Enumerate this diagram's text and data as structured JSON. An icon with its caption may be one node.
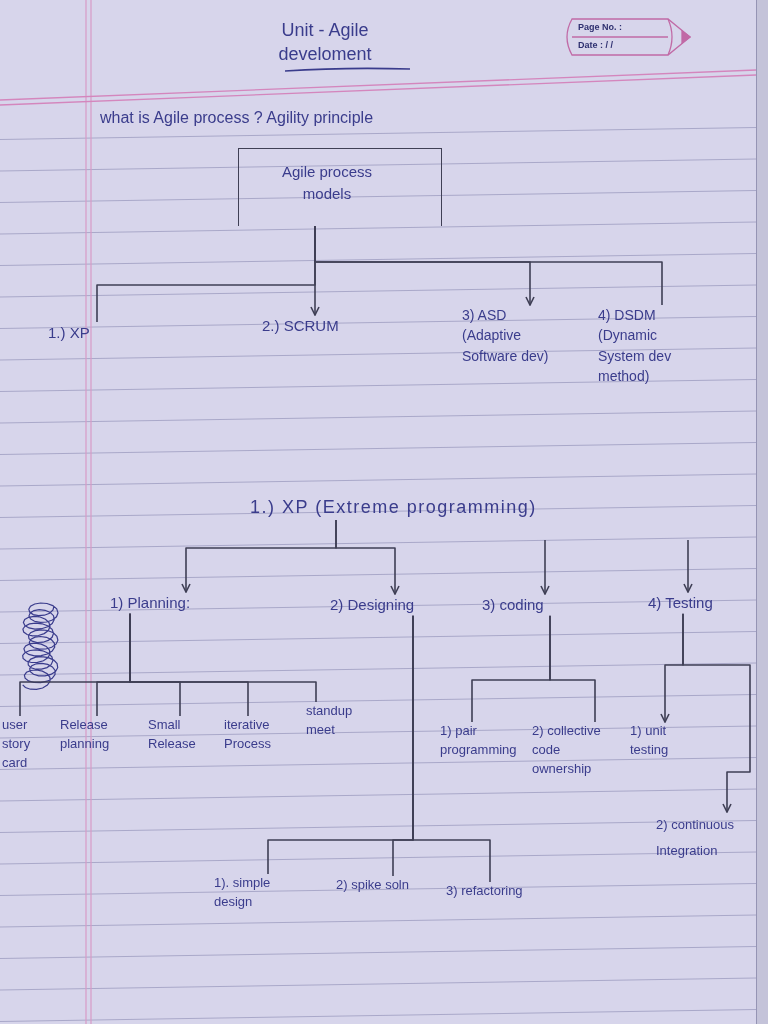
{
  "diagram": {
    "title": "Unit - Agile develoment",
    "nodes": [
      {
        "text": [
          "Agile process models"
        ]
      },
      {
        "text": [
          "1.) XP"
        ]
      },
      {
        "text": [
          "2.) SCRUM"
        ]
      },
      {
        "text": [
          "3) ASD (Adaptive Software dev)"
        ]
      },
      {
        "text": [
          "4) DSDM (Dynamic System dev method)"
        ]
      },
      {
        "text": [
          "1.) XP (Extreme programming)"
        ]
      },
      {
        "text": [
          "1) Planning:"
        ]
      },
      {
        "text": [
          "2) Designing"
        ]
      },
      {
        "text": [
          "3) coding"
        ]
      },
      {
        "text": [
          "4) Testing"
        ]
      },
      {
        "text": [
          "user story card"
        ]
      },
      {
        "text": [
          "Release planning"
        ]
      },
      {
        "text": [
          "Small Release"
        ]
      },
      {
        "text": [
          "iterative Process"
        ]
      },
      {
        "text": [
          "standup meet"
        ]
      },
      {
        "text": [
          "1). simple design"
        ]
      },
      {
        "text": [
          "2) spike soln"
        ]
      },
      {
        "text": [
          "3) refactoring"
        ]
      },
      {
        "text": [
          "1) pair programming"
        ]
      },
      {
        "text": [
          "2) collective code ownership"
        ]
      },
      {
        "text": [
          "1) unit testing"
        ]
      },
      {
        "text": [
          "2) continuous Integration"
        ]
      }
    ],
    "edges": [
      {
        "from": 0,
        "to": 1,
        "arrow": "none"
      },
      {
        "from": 0,
        "to": 2,
        "arrow": "to"
      },
      {
        "from": 0,
        "to": 3,
        "arrow": "to"
      },
      {
        "from": 0,
        "to": 4,
        "arrow": "none"
      },
      {
        "from": 5,
        "to": 6,
        "arrow": "to"
      },
      {
        "from": 5,
        "to": 7,
        "arrow": "to"
      },
      {
        "from": null,
        "to": 8,
        "arrow": "to"
      },
      {
        "from": null,
        "to": 9,
        "arrow": "to"
      },
      {
        "from": 6,
        "to": 10,
        "arrow": "none"
      },
      {
        "from": 6,
        "to": 11,
        "arrow": "none"
      },
      {
        "from": 6,
        "to": 12,
        "arrow": "none"
      },
      {
        "from": 6,
        "to": 13,
        "arrow": "none"
      },
      {
        "from": 6,
        "to": 14,
        "arrow": "none"
      },
      {
        "from": 7,
        "to": 15,
        "arrow": "none"
      },
      {
        "from": 7,
        "to": 16,
        "arrow": "none"
      },
      {
        "from": 7,
        "to": 17,
        "arrow": "none"
      },
      {
        "from": 8,
        "to": 18,
        "arrow": "none"
      },
      {
        "from": 8,
        "to": 19,
        "arrow": "none"
      },
      {
        "from": 9,
        "to": 20,
        "arrow": "to"
      },
      {
        "from": 9,
        "to": 21,
        "arrow": "to"
      }
    ],
    "labels": [
      "Page No. :",
      "Date : / /",
      "what is Agile process ? Agility principle"
    ]
  }
}
